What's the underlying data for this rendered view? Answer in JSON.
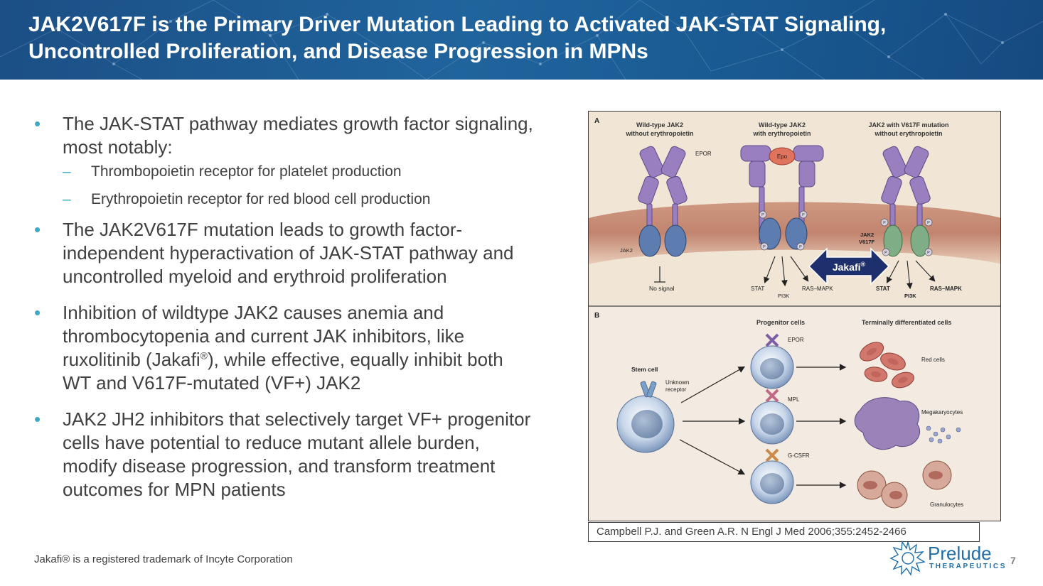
{
  "header": {
    "title_line1": "JAK2V617F is the Primary Driver Mutation Leading to Activated JAK-STAT Signaling,",
    "title_line2": "Uncontrolled Proliferation, and Disease Progression in MPNs"
  },
  "bullets": [
    {
      "lines": [
        "The JAK-STAT pathway mediates growth factor signaling,",
        "most notably:"
      ],
      "subs": [
        "Thrombopoietin receptor for platelet production",
        "Erythropoietin receptor for red blood cell production"
      ]
    },
    {
      "lines": [
        "The JAK2V617F mutation leads to growth factor-",
        "independent hyperactivation of JAK-STAT pathway and",
        "uncontrolled myeloid and erythroid proliferation"
      ]
    },
    {
      "lines": [
        "Inhibition of wildtype JAK2 causes anemia and",
        "thrombocytopenia and current JAK inhibitors, like"
      ],
      "line3_pre": "ruxolitinib (Jakafi",
      "line3_sup": "®",
      "line3_post": "), while effective, equally inhibit both",
      "line4": "WT and V617F-mutated (VF+) JAK2"
    },
    {
      "lines": [
        "JAK2 JH2 inhibitors that selectively target VF+ progenitor",
        "cells have potential to reduce mutant allele burden,",
        "modify disease progression, and transform treatment",
        "outcomes for MPN patients"
      ]
    }
  ],
  "figure": {
    "panel_a": {
      "letter": "A",
      "col1_title1": "Wild-type JAK2",
      "col1_title2": "without erythropoietin",
      "col2_title1": "Wild-type JAK2",
      "col2_title2": "with erythropoietin",
      "col3_title1": "JAK2 with V617F mutation",
      "col3_title2": "without erythropoietin",
      "epor": "EPOR",
      "epo": "Epo",
      "jak2": "JAK2",
      "jak2_v617f_1": "JAK2",
      "jak2_v617f_2": "V617F",
      "p": "P",
      "no_signal": "No signal",
      "stat": "STAT",
      "pi3k": "PI3K",
      "ras_mapk": "RAS–MAPK",
      "stat_b": "STAT",
      "pi3k_b": "PI3K",
      "ras_mapk_b": "RAS–MAPK",
      "jakafi": "Jakafi",
      "jakafi_sup": "®"
    },
    "panel_b": {
      "letter": "B",
      "progenitor": "Progenitor cells",
      "terminal": "Terminally differentiated cells",
      "stem": "Stem cell",
      "unknown1": "Unknown",
      "unknown2": "receptor",
      "epor": "EPOR",
      "mpl": "MPL",
      "gcsfr": "G-CSFR",
      "red": "Red cells",
      "mega": "Megakaryocytes",
      "gran": "Granulocytes"
    }
  },
  "caption": "Campbell P.J. and Green A.R. N Engl J Med 2006;355:2452-2466",
  "footnote": "Jakafi® is a registered trademark of Incyte Corporation",
  "logo": {
    "name": "Prelude",
    "sub": "THERAPEUTICS"
  },
  "page_number": "7",
  "colors": {
    "header_blue": "#1f5e96",
    "bullet_teal": "#3fa9c8",
    "logo_blue": "#1f6ea9",
    "jakafi_navy": "#1e2f6e"
  }
}
